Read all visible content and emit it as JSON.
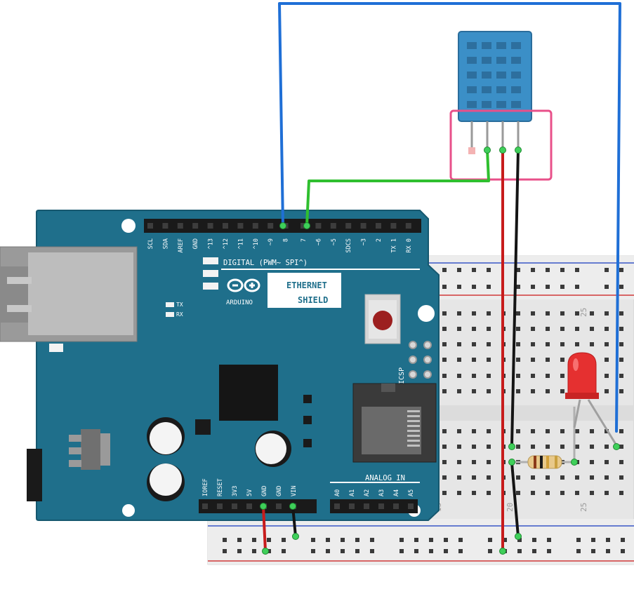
{
  "board": {
    "digital_header_labels": [
      "SCL",
      "SDA",
      "AREF",
      "GND",
      "^13",
      "^12",
      "^11",
      "^10",
      "~9",
      "8",
      "7",
      "~6",
      "~5",
      "SDCS",
      "~3",
      "2",
      "TX 1",
      "RX 0"
    ],
    "digital_banner": "DIGITAL (PWM~ SPI^)",
    "brand": "ARDUINO",
    "shield_title_line1": "ETHERNET",
    "shield_title_line2": "SHIELD",
    "led_tx": "TX",
    "led_rx": "RX",
    "icsp": "ICSP",
    "power_labels": [
      "IOREF",
      "RESET",
      "3V3",
      "5V",
      "GND",
      "GND",
      "VIN"
    ],
    "analog_labels": [
      "A0",
      "A1",
      "A2",
      "A3",
      "A4",
      "A5"
    ],
    "analog_banner": "ANALOG IN"
  },
  "breadboard": {
    "column_numbers": [
      "25",
      "20",
      "15",
      "25"
    ]
  },
  "colors": {
    "board": "#1f6f8b",
    "board_edge": "#16586f",
    "sensor": "#3b8fc7",
    "highlight": "#e8508a",
    "wire_blue": "#1f6fd6",
    "wire_green": "#2fbf2f",
    "wire_red": "#c71c1c",
    "wire_black": "#141414",
    "led": "#e53030",
    "breadboard": "#e8e8e8"
  }
}
